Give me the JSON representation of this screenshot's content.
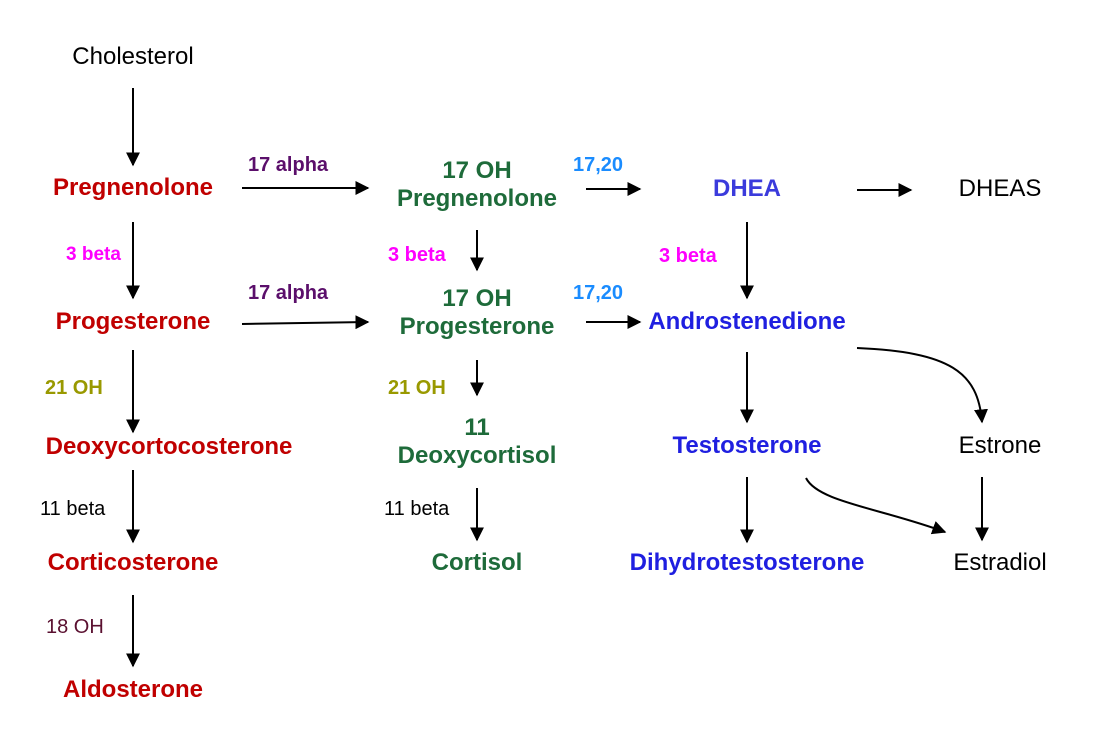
{
  "colors": {
    "black": "#000000",
    "red": "#c00000",
    "green": "#1e6b3a",
    "blue": "#1f1fe0",
    "dhea_blue": "#3b3bdc",
    "magenta": "#ff00ff",
    "purple": "#5b0f6b",
    "olive": "#999900",
    "sky": "#1a8cff",
    "maroon": "#5a1030"
  },
  "nodes": {
    "cholesterol": "Cholesterol",
    "pregnenolone": "Pregnenolone",
    "progesterone": "Progesterone",
    "deoxycorticosterone": "Deoxycortocosterone",
    "corticosterone": "Corticosterone",
    "aldosterone": "Aldosterone",
    "oh17_preg_line1": "17 OH",
    "oh17_preg_line2": "Pregnenolone",
    "oh17_prog_line1": "17 OH",
    "oh17_prog_line2": "Progesterone",
    "deoxycortisol_line1": "11",
    "deoxycortisol_line2": "Deoxycortisol",
    "cortisol": "Cortisol",
    "dhea": "DHEA",
    "dheas": "DHEAS",
    "androstenedione": "Androstenedione",
    "testosterone": "Testosterone",
    "dihydrotestosterone": "Dihydrotestosterone",
    "estrone": "Estrone",
    "estradiol": "Estradiol"
  },
  "enzymes": {
    "alpha17_top": "17 alpha",
    "alpha17_mid": "17 alpha",
    "lyase_top": "17,20",
    "lyase_mid": "17,20",
    "beta3_left": "3 beta",
    "beta3_center": "3 beta",
    "beta3_right": "3 beta",
    "oh21_left": "21 OH",
    "oh21_center": "21 OH",
    "beta11_left": "11 beta",
    "beta11_center": "11 beta",
    "oh18": "18 OH"
  }
}
